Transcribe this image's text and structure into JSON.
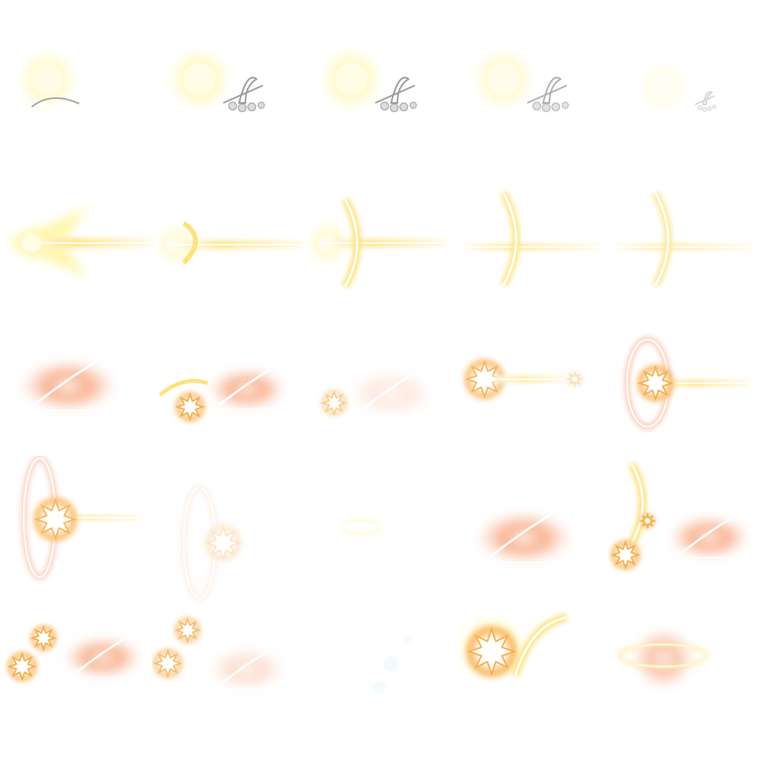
{
  "sprite_sheet": {
    "layout": {
      "columns": 5,
      "rows": 5
    },
    "colors": {
      "background": "#ffffff",
      "glow_yellow": "#fff7b0",
      "glow_core": "#fffde6",
      "streak_yellow": "#ffe27a",
      "smoke_orange": "#f7a37a",
      "smoke_light": "#fbd2bd",
      "burst_orange": "#f7b04a",
      "gray_shard": "#9a9a9a",
      "cyan_faint": "#d9f6fa"
    },
    "frames": [
      {
        "kind": "glow-orb-sparkle",
        "row": 1,
        "col": 1,
        "opacity": 0.9
      },
      {
        "kind": "glow-orb-shards",
        "row": 1,
        "col": 2,
        "opacity": 1.0
      },
      {
        "kind": "glow-orb-shards",
        "row": 1,
        "col": 3,
        "opacity": 1.0
      },
      {
        "kind": "glow-orb-shards",
        "row": 1,
        "col": 4,
        "opacity": 0.8
      },
      {
        "kind": "shards-fading",
        "row": 1,
        "col": 5,
        "opacity": 0.4
      },
      {
        "kind": "yellow-streak-arrow",
        "row": 2,
        "col": 1,
        "opacity": 1.0
      },
      {
        "kind": "yellow-streak-arc",
        "row": 2,
        "col": 2,
        "opacity": 1.0
      },
      {
        "kind": "yellow-streak-crescent",
        "row": 2,
        "col": 3,
        "opacity": 1.0
      },
      {
        "kind": "yellow-crescent-line",
        "row": 2,
        "col": 4,
        "opacity": 0.9
      },
      {
        "kind": "yellow-crescent-line",
        "row": 2,
        "col": 5,
        "opacity": 0.8
      },
      {
        "kind": "orange-smoke-swoosh",
        "row": 3,
        "col": 1,
        "opacity": 1.0
      },
      {
        "kind": "smoke-with-burst",
        "row": 3,
        "col": 2,
        "opacity": 1.0
      },
      {
        "kind": "smoke-fading-burst",
        "row": 3,
        "col": 3,
        "opacity": 0.6
      },
      {
        "kind": "burst-streak",
        "row": 3,
        "col": 4,
        "opacity": 0.9
      },
      {
        "kind": "ring-burst-streak",
        "row": 3,
        "col": 5,
        "opacity": 1.0
      },
      {
        "kind": "ring-burst-vertical",
        "row": 4,
        "col": 1,
        "opacity": 0.9
      },
      {
        "kind": "ring-burst-faint",
        "row": 4,
        "col": 2,
        "opacity": 0.3
      },
      {
        "kind": "small-glow-oval",
        "row": 4,
        "col": 3,
        "opacity": 0.7
      },
      {
        "kind": "orange-smoke-swoosh",
        "row": 4,
        "col": 4,
        "opacity": 1.0
      },
      {
        "kind": "crescent-burst-smoke",
        "row": 4,
        "col": 5,
        "opacity": 1.0
      },
      {
        "kind": "double-burst-smoke",
        "row": 5,
        "col": 1,
        "opacity": 1.0
      },
      {
        "kind": "bursts-pale-smoke",
        "row": 5,
        "col": 2,
        "opacity": 0.8
      },
      {
        "kind": "cyan-faint-wisps",
        "row": 5,
        "col": 3,
        "opacity": 0.3
      },
      {
        "kind": "big-flash-crescent",
        "row": 5,
        "col": 4,
        "opacity": 1.0
      },
      {
        "kind": "glow-ring-sparkles",
        "row": 5,
        "col": 5,
        "opacity": 0.8
      }
    ]
  }
}
